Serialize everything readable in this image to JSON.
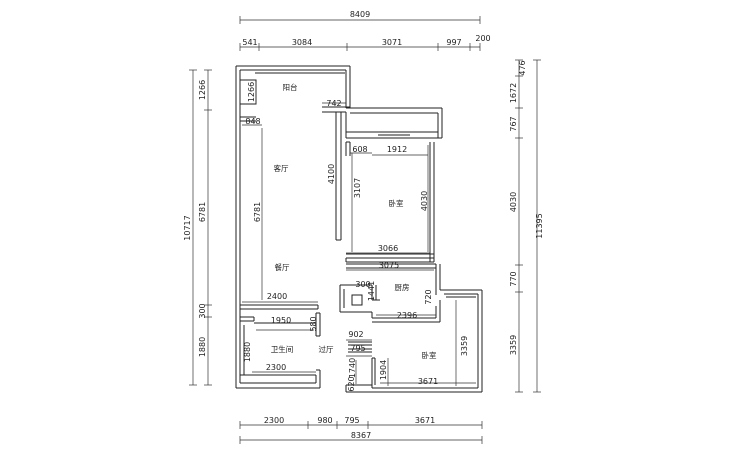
{
  "top_dims": {
    "overall": "8409",
    "segments": [
      "541",
      "3084",
      "3071",
      "997",
      "200"
    ]
  },
  "bottom_dims": {
    "segments": [
      "2300",
      "980",
      "795",
      "3671"
    ],
    "overall": "8367"
  },
  "left_dims": {
    "overall": "10717",
    "segments": [
      "1266",
      "6781",
      "300",
      "1880"
    ]
  },
  "right_dims": {
    "overall": "11395",
    "segments": [
      "476",
      "1672",
      "767",
      "4030",
      "770",
      "3359"
    ]
  },
  "inner_dims": {
    "d1266": "1266",
    "d742": "742",
    "d848": "848",
    "d4100": "4100",
    "d608": "608",
    "d1912": "1912",
    "d3107": "3107",
    "d4030": "4030",
    "d6781": "6781",
    "d3066": "3066",
    "d3075": "3075",
    "d300": "300",
    "d1441": "1441",
    "d720": "720",
    "d2400": "2400",
    "d2396": "2396",
    "d1950": "1950",
    "d580": "580",
    "d902": "902",
    "d795": "795",
    "d1880": "1880",
    "d1740": "1740",
    "d1904": "1904",
    "d3359": "3359",
    "d2300": "2300",
    "d3671": "3671",
    "d620": "620"
  },
  "rooms": {
    "balcony": "阳台",
    "living": "客厅",
    "bedroom1": "卧室",
    "dining": "餐厅",
    "kitchen": "厨房",
    "bathroom": "卫生间",
    "entry": "过厅",
    "bedroom2": "卧室"
  }
}
